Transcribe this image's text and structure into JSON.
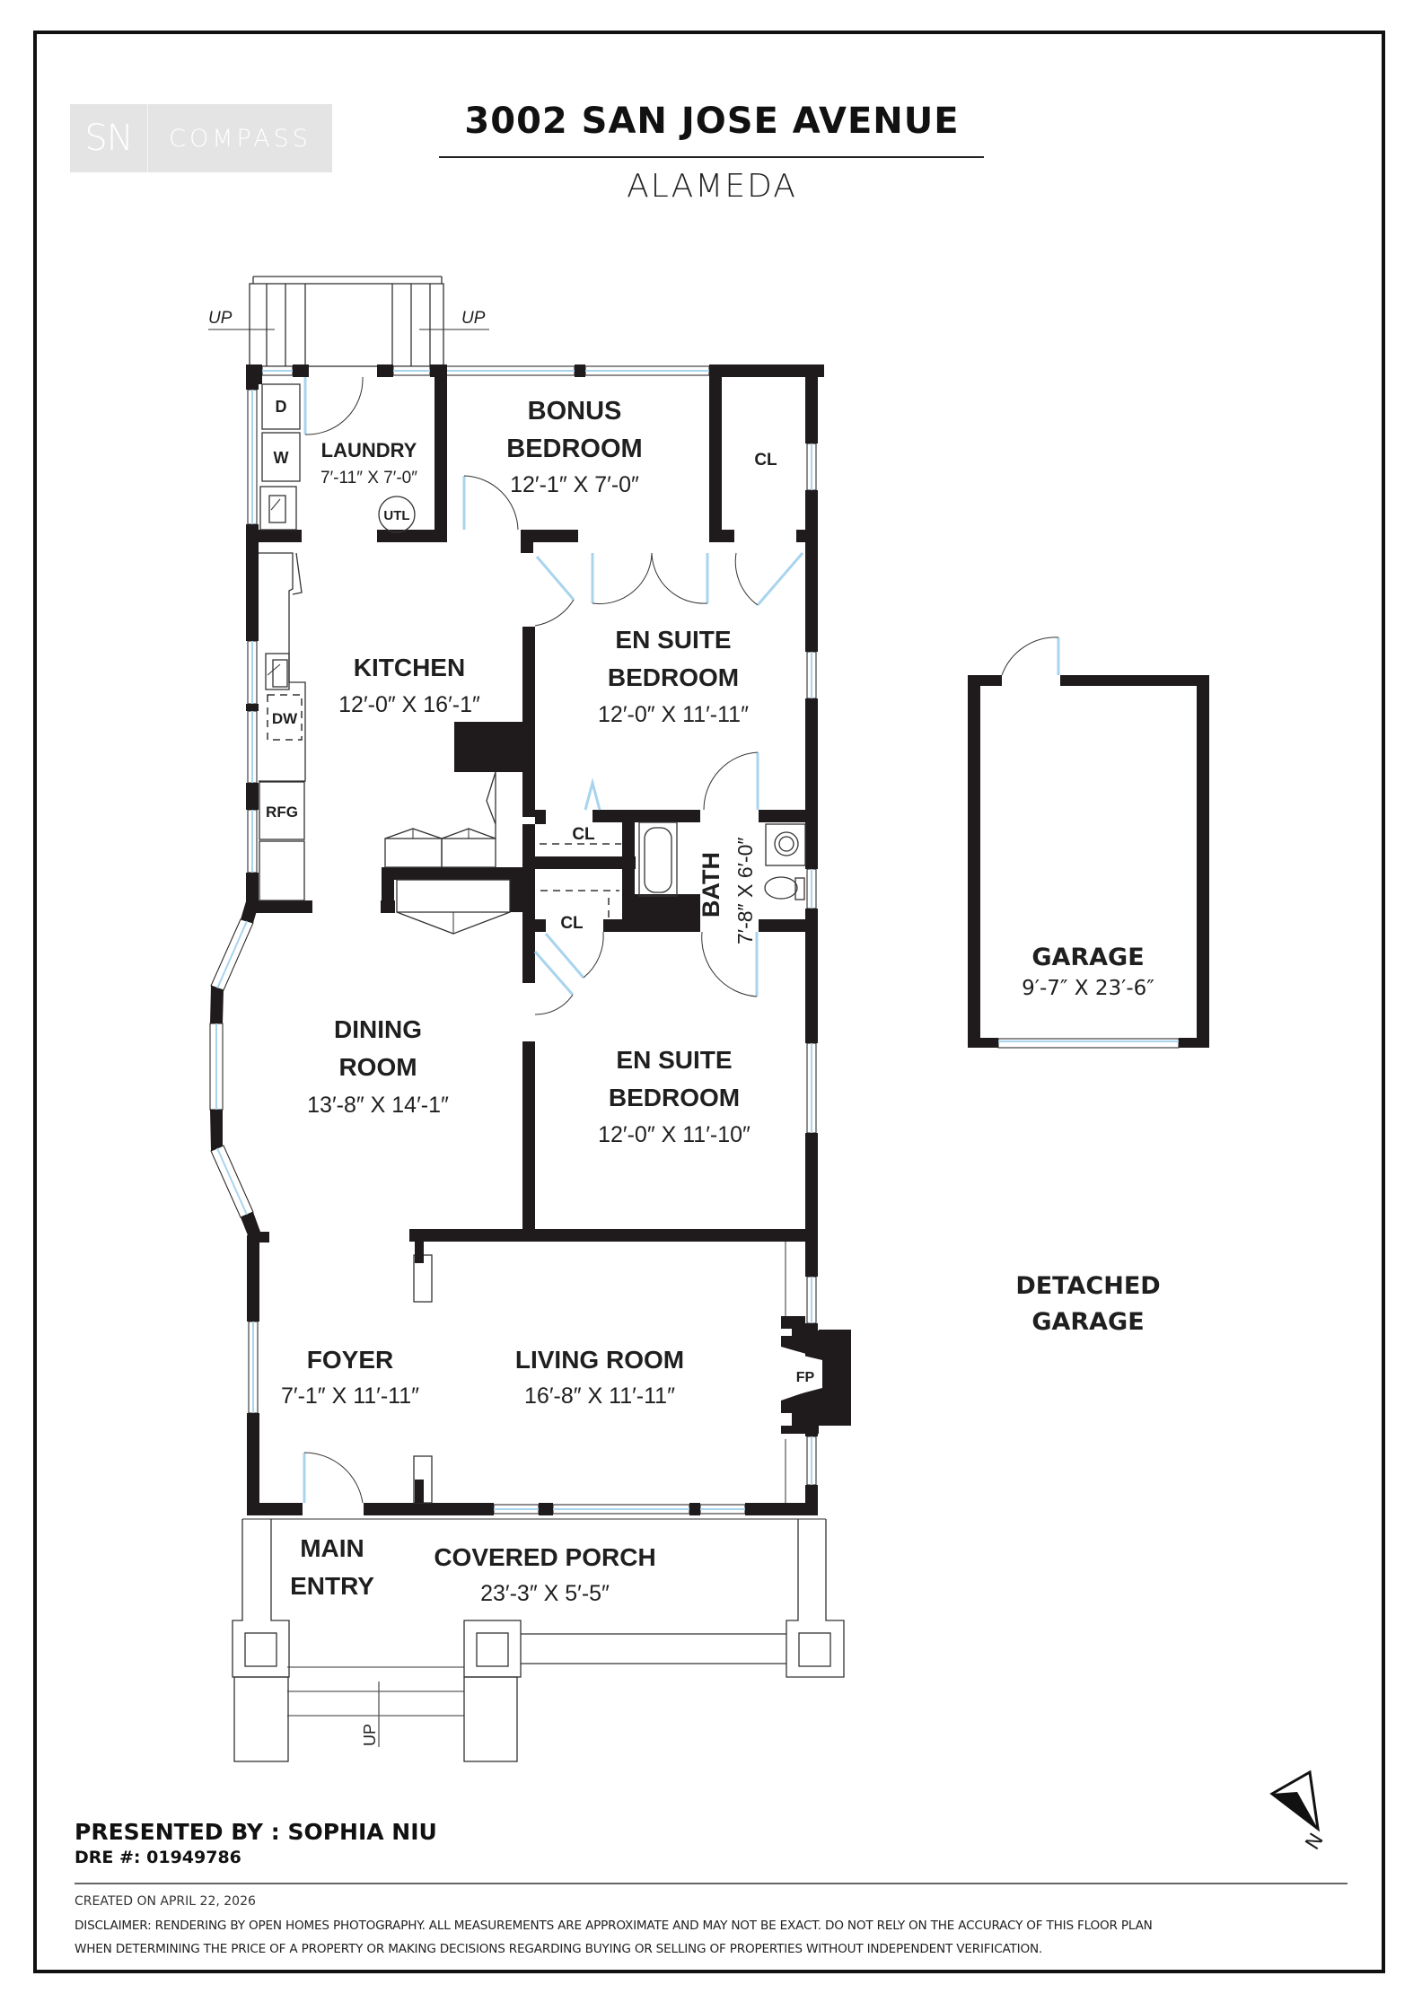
{
  "header": {
    "logo_initials": "SN",
    "logo_brand": "COMPASS",
    "address": "3002 SAN JOSE AVENUE",
    "city": "ALAMEDA"
  },
  "colors": {
    "wall": "#1f1a1b",
    "window_glass": "#a8d4ee",
    "logo_bg": "#e4e4e4",
    "frame": "#111111"
  },
  "rooms": {
    "laundry": {
      "name": "LAUNDRY",
      "dims": "7′-11″ X 7′-0″"
    },
    "bonus_bedroom": {
      "name_line1": "BONUS",
      "name_line2": "BEDROOM",
      "dims": "12′-1″ X 7′-0″"
    },
    "closet_top": {
      "name": "CL"
    },
    "kitchen": {
      "name": "KITCHEN",
      "dims": "12′-0″ X 16′-1″"
    },
    "en_suite_1": {
      "name_line1": "EN SUITE",
      "name_line2": "BEDROOM",
      "dims": "12′-0″ X 11′-11″"
    },
    "closet_mid": {
      "name": "CL"
    },
    "closet_low": {
      "name": "CL"
    },
    "bath": {
      "name": "BATH",
      "dims": "7′-8″ X 6′-0″"
    },
    "dining": {
      "name_line1": "DINING",
      "name_line2": "ROOM",
      "dims": "13′-8″ X 14′-1″"
    },
    "en_suite_2": {
      "name_line1": "EN SUITE",
      "name_line2": "BEDROOM",
      "dims": "12′-0″ X 11′-10″"
    },
    "foyer": {
      "name": "FOYER",
      "dims": "7′-1″ X 11′-11″"
    },
    "living": {
      "name": "LIVING ROOM",
      "dims": "16′-8″ X 11′-11″"
    },
    "main_entry": {
      "name_line1": "MAIN",
      "name_line2": "ENTRY"
    },
    "covered_porch": {
      "name": "COVERED PORCH",
      "dims": "23′-3″ X 5′-5″"
    },
    "garage": {
      "name": "GARAGE",
      "dims": "9′-7″ X 23′-6″"
    },
    "detached_garage": {
      "name_line1": "DETACHED",
      "name_line2": "GARAGE"
    }
  },
  "fixtures": {
    "dryer": "D",
    "washer": "W",
    "utility": "UTL",
    "dishwasher": "DW",
    "refrigerator": "RFG",
    "fireplace": "FP",
    "stairs_up": "UP"
  },
  "compass": {
    "north_label": "N"
  },
  "footer": {
    "presented_by": "PRESENTED BY : SOPHIA NIU",
    "dre": "DRE #: 01949786",
    "created": "CREATED ON APRIL 22, 2026",
    "disclaimer_line1": "DISCLAIMER: RENDERING BY OPEN HOMES PHOTOGRAPHY. ALL MEASUREMENTS ARE APPROXIMATE AND MAY NOT BE EXACT. DO NOT RELY ON THE ACCURACY OF THIS FLOOR PLAN",
    "disclaimer_line2": "WHEN DETERMINING THE PRICE OF A PROPERTY OR MAKING DECISIONS REGARDING BUYING OR SELLING OF PROPERTIES WITHOUT INDEPENDENT VERIFICATION."
  }
}
